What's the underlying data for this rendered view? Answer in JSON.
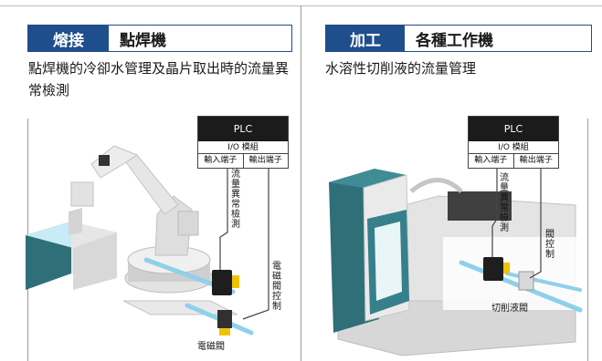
{
  "left_panel": {
    "category": "熔接",
    "title": "點焊機",
    "description": "點焊機的冷卻水管理及晶片取出時的流量異常檢測",
    "plc": {
      "title": "PLC",
      "io_module": "I/O 模組",
      "input_terminal": "輸入端子",
      "output_terminal": "輸出端子"
    },
    "labels": {
      "flow_anomaly": "流量異常檢測",
      "solenoid_control": "電磁閥控制",
      "solenoid_valve": "電磁閥"
    }
  },
  "right_panel": {
    "category": "加工",
    "title": "各種工作機",
    "description": "水溶性切削液的流量管理",
    "plc": {
      "title": "PLC",
      "io_module": "I/O 模組",
      "input_terminal": "輸入端子",
      "output_terminal": "輸出端子"
    },
    "labels": {
      "flow_anomaly": "流量異常檢測",
      "valve_control": "閥控制",
      "coolant_valve": "切削液閥"
    }
  },
  "colors": {
    "header_blue": "#1f4e8c",
    "plc_black": "#1b1b1b",
    "machine_teal": "#2f6f78",
    "pipe_blue": "#8fd0ea"
  }
}
